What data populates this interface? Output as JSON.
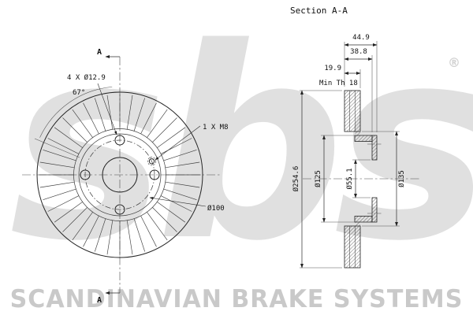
{
  "title": "Section A-A",
  "watermark": {
    "logo": "sbs",
    "registered": "®",
    "brand": "SCANDINAVIAN BRAKE SYSTEMS"
  },
  "front_view": {
    "section_label_top": "A",
    "section_label_bottom": "A",
    "bolt_holes_label": "4 X Ø12.9",
    "angle_label": "67°",
    "thread_label": "1 X M8",
    "bolt_circle_label": "Ø100"
  },
  "section_view": {
    "overall_width": "44.9",
    "hat_depth": "38.8",
    "disc_thickness": "19.9",
    "min_thickness": "Min Th 18",
    "outer_diameter": "Ø254.6",
    "hat_diameter": "Ø125",
    "bore_diameter": "Ø55.1",
    "inner_diameter": "Ø135"
  }
}
